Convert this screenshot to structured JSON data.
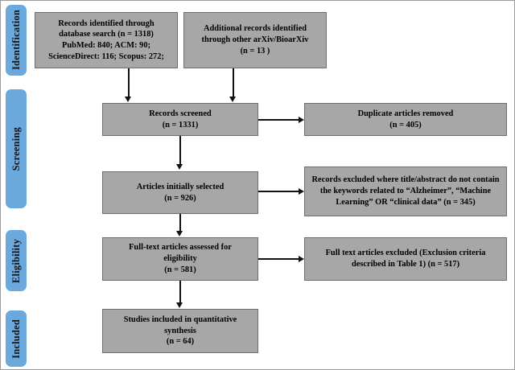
{
  "diagram": {
    "type": "prisma-flow-diagram",
    "colors": {
      "stage_label_fill": "#6ba8dc",
      "box_fill": "#a7a7a7",
      "box_border": "#6e6e6e",
      "connector": "#111111",
      "page_border": "#9b9b9b",
      "background": "#ffffff"
    },
    "stages": [
      {
        "id": "identification",
        "label": "Identification"
      },
      {
        "id": "screening",
        "label": "Screening"
      },
      {
        "id": "eligibility",
        "label": "Eligibility"
      },
      {
        "id": "included",
        "label": "Included"
      }
    ],
    "boxes": {
      "database_search": {
        "line1": "Records identified through",
        "line2": "database search (n = 1318)",
        "line3": "PubMed: 840; ACM: 90;",
        "line4": "ScienceDirect: 116; Scopus: 272;"
      },
      "other_sources": {
        "line1": "Additional records identified",
        "line2": "through other arXiv/BioarXiv",
        "line3": "(n =  13 )"
      },
      "records_screened": {
        "line1": "Records screened",
        "line2": "(n = 1331)"
      },
      "duplicates_removed": {
        "line1": "Duplicate articles removed",
        "line2": "(n = 405)"
      },
      "initially_selected": {
        "line1": "Articles initially selected",
        "line2": "(n = 926)"
      },
      "records_excluded": {
        "line1": "Records excluded where title/abstract do not contain",
        "line2": "the keywords related to “Alzheimer”, “Machine",
        "line3": "Learning”  OR “clinical data” (n = 345)"
      },
      "fulltext_assessed": {
        "line1": "Full-text articles assessed for",
        "line2": "eligibility",
        "line3": "(n = 581)"
      },
      "fulltext_excluded": {
        "line1": "Full text articles excluded (Exclusion criteria",
        "line2": "described in Table 1) (n = 517)"
      },
      "studies_included": {
        "line1": "Studies included in quantitative",
        "line2": "synthesis",
        "line3": "(n = 64)"
      }
    },
    "counts": {
      "database_search_total": 1318,
      "pubmed": 840,
      "acm": 90,
      "science_direct": 116,
      "scopus": 272,
      "other_sources": 13,
      "records_screened": 1331,
      "duplicates_removed": 405,
      "initially_selected": 926,
      "records_excluded_keywords": 345,
      "fulltext_assessed": 581,
      "fulltext_excluded": 517,
      "studies_included": 64
    }
  }
}
